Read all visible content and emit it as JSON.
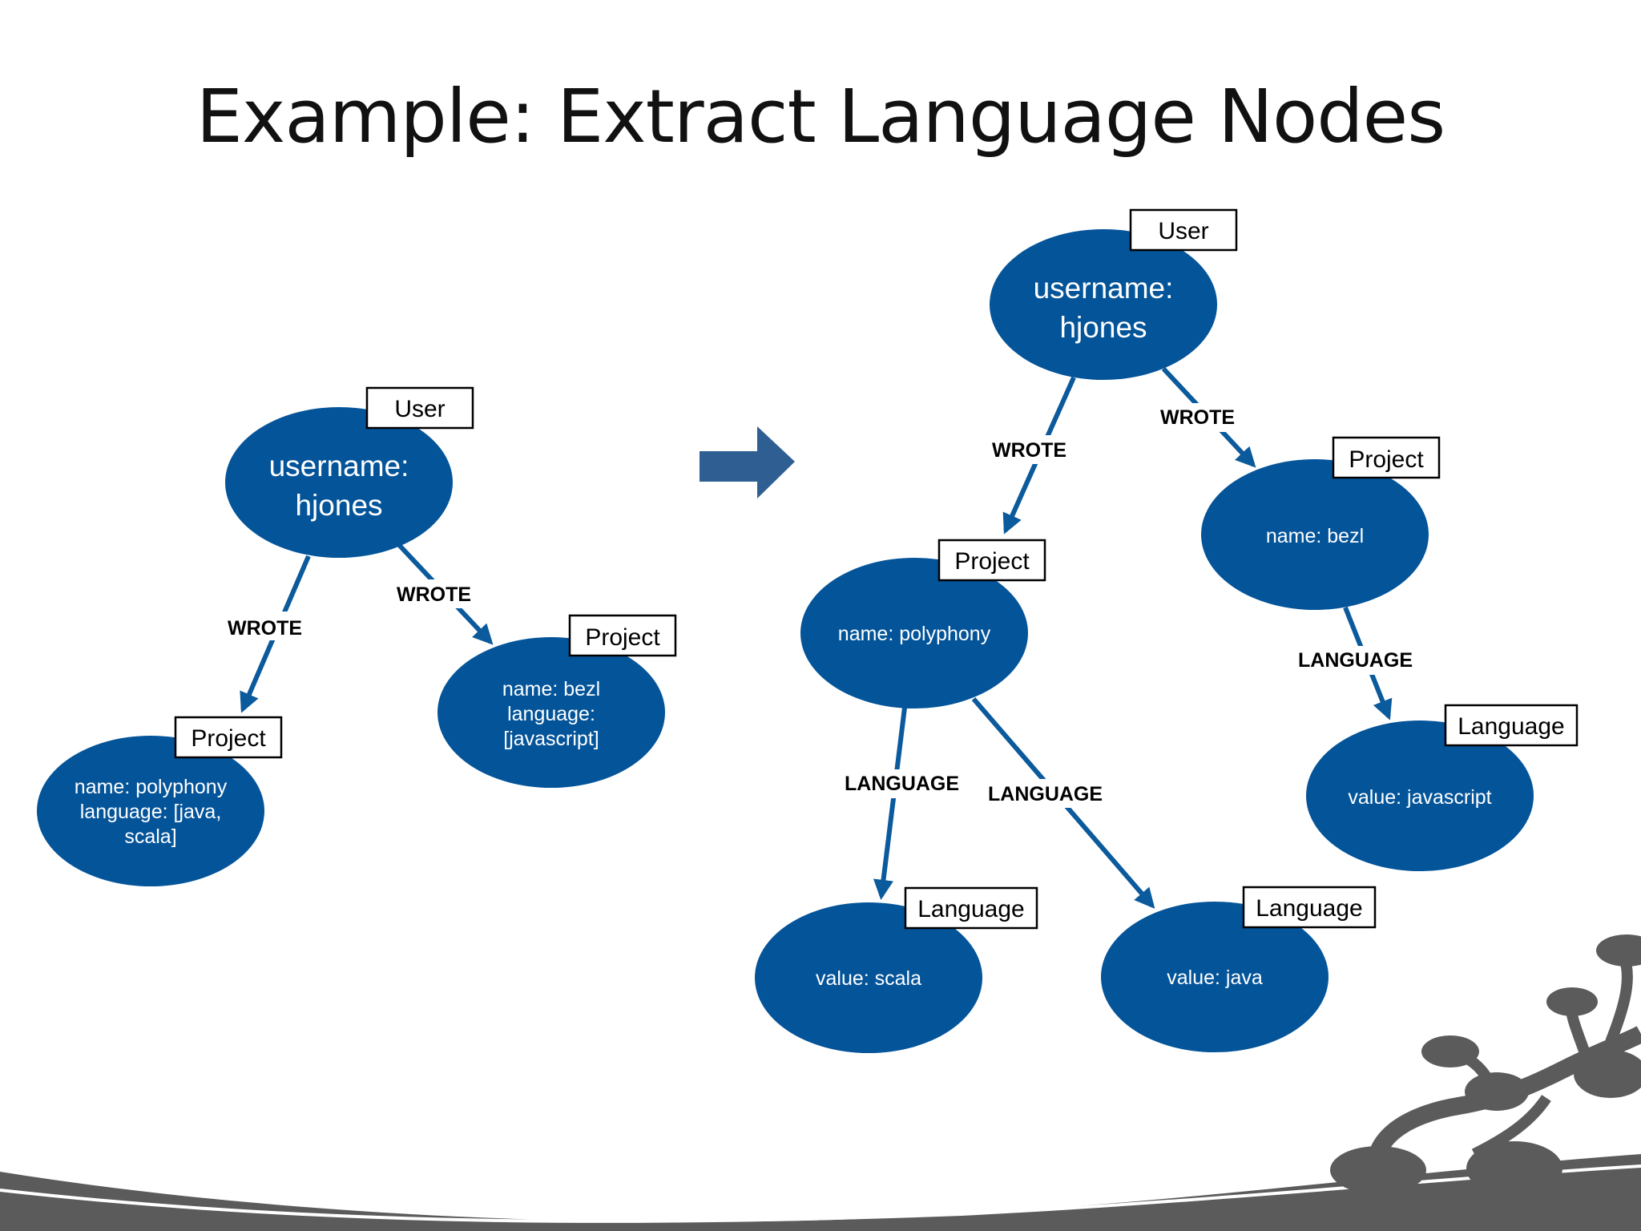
{
  "title": "Example: Extract Language Nodes",
  "colors": {
    "node": "#04549a",
    "edge": "#0a5a9c",
    "deco": "#5b5b5b"
  },
  "before": {
    "user": {
      "label": "User",
      "lines": [
        "username:",
        "hjones"
      ]
    },
    "project_left": {
      "label": "Project",
      "lines": [
        "name: polyphony",
        "language: [java,",
        "scala]"
      ]
    },
    "project_right": {
      "label": "Project",
      "lines": [
        "name: bezl",
        "language:",
        "[javascript]"
      ]
    },
    "edge_left": "WROTE",
    "edge_right": "WROTE"
  },
  "after": {
    "user": {
      "label": "User",
      "lines": [
        "username:",
        "hjones"
      ]
    },
    "project_left": {
      "label": "Project",
      "lines": [
        "name: polyphony"
      ]
    },
    "project_right": {
      "label": "Project",
      "lines": [
        "name: bezl"
      ]
    },
    "lang_scala": {
      "label": "Language",
      "lines": [
        "value: scala"
      ]
    },
    "lang_java": {
      "label": "Language",
      "lines": [
        "value: java"
      ]
    },
    "lang_js": {
      "label": "Language",
      "lines": [
        "value: javascript"
      ]
    },
    "edge_wrote_left": "WROTE",
    "edge_wrote_right": "WROTE",
    "edge_lang_scala": "LANGUAGE",
    "edge_lang_java": "LANGUAGE",
    "edge_lang_js": "LANGUAGE"
  }
}
